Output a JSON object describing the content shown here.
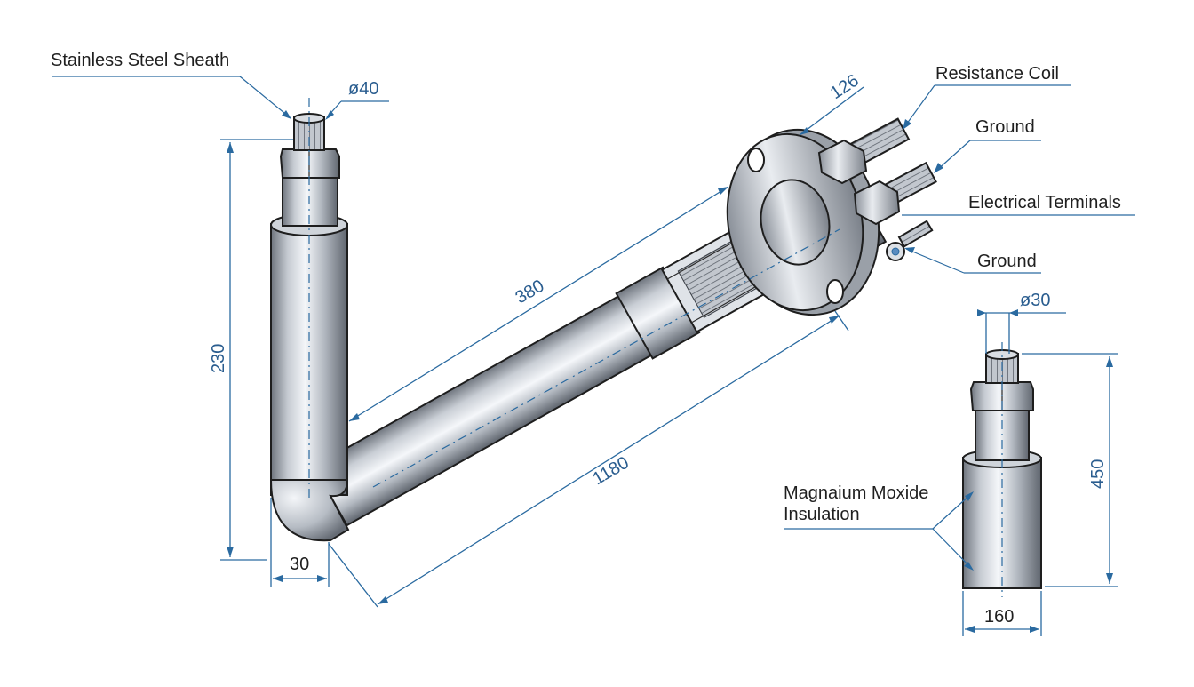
{
  "callouts": {
    "sheath": "Stainless Steel Sheath",
    "resistance_coil": "Resistance Coil",
    "ground_top": "Ground",
    "electrical_terminals": "Electrical Terminals",
    "ground_bottom": "Ground",
    "insulation_line1": "Magnaium Moxide",
    "insulation_line2": "Insulation"
  },
  "dimensions": {
    "sheath_diameter": "ø40",
    "flange_width": "126",
    "vertical_height": "230",
    "diagonal_inner": "380",
    "diagonal_outer": "1180",
    "bend_width": "30",
    "small_diameter": "ø30",
    "small_height": "450",
    "small_width": "160"
  },
  "colors": {
    "dimension": "#2a6aa0",
    "label": "#1f1f1f",
    "metal_light": "#f2f4f7",
    "metal_mid": "#b9bec6",
    "metal_dark": "#6d737c"
  }
}
